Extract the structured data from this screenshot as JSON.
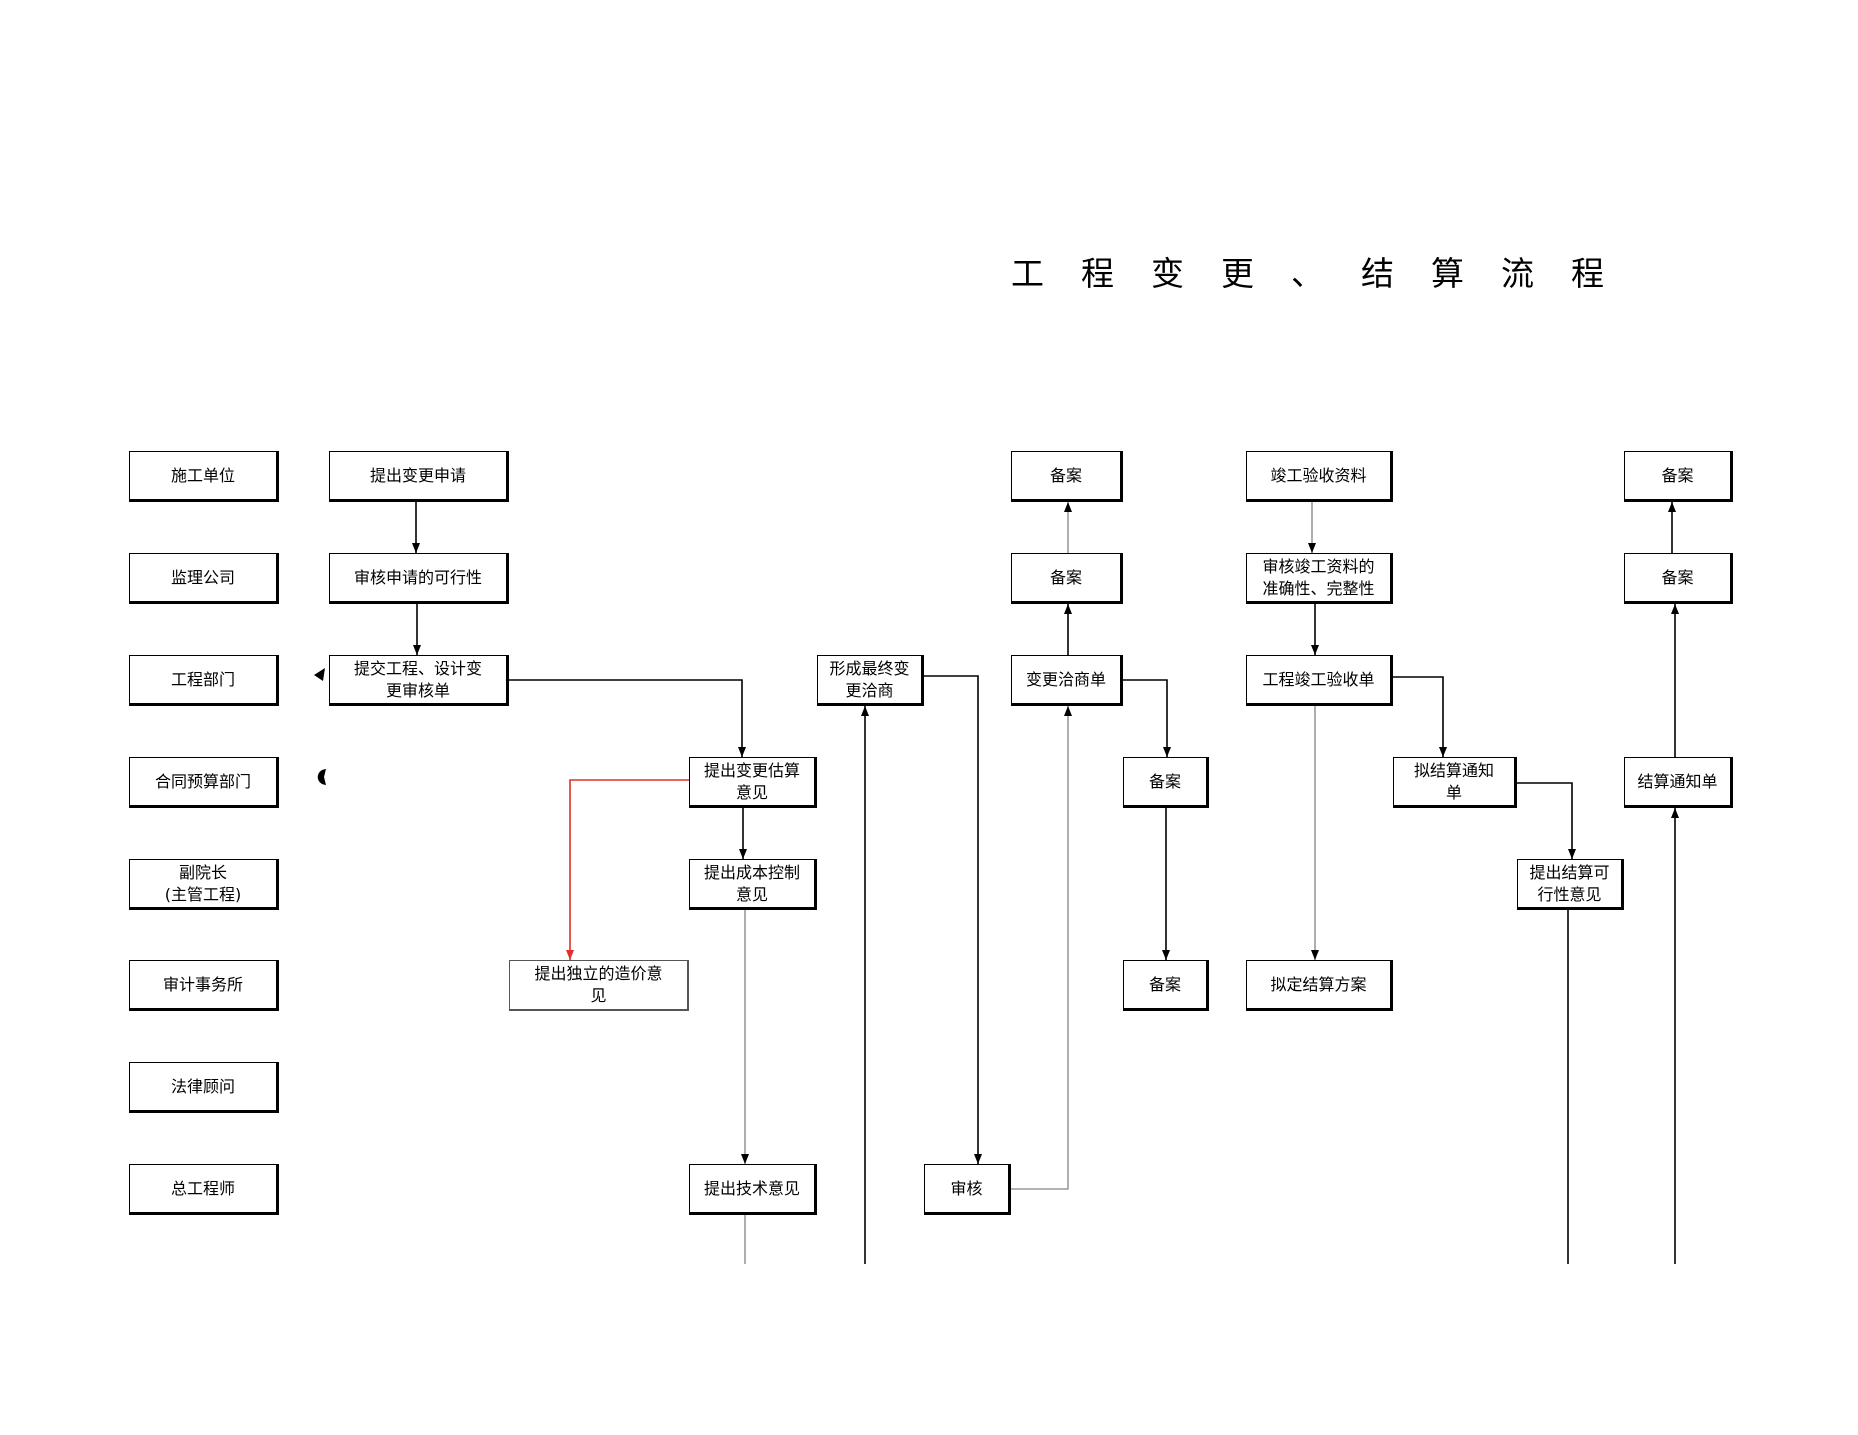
{
  "title": "工程变更、结算流程",
  "lanes": [
    {
      "label": "施工单位"
    },
    {
      "label": "监理公司"
    },
    {
      "label": "工程部门"
    },
    {
      "label": "合同预算部门"
    },
    {
      "label": "副院长\n(主管工程)"
    },
    {
      "label": "审计事务所"
    },
    {
      "label": "法律顾问"
    },
    {
      "label": "总工程师"
    }
  ],
  "change_flow": {
    "submit_request": "提出变更申请",
    "review_feasibility": "审核申请的可行性",
    "submit_review_form": "提交工程、设计变\n更审核单",
    "estimate_opinion": "提出变更估算\n意见",
    "cost_control_opinion": "提出成本控制\n意见",
    "independent_cost_opinion": "提出独立的造价意\n见",
    "technical_opinion": "提出技术意见",
    "final_change_order": "形成最终变\n更洽商",
    "chief_engineer_review": "审核",
    "change_order_form": "变更洽商单",
    "filing_construction_unit": "备案",
    "filing_supervision": "备案",
    "filing_budget_dept": "备案",
    "filing_audit": "备案"
  },
  "settlement_flow": {
    "completion_docs": "竣工验收资料",
    "review_completion_docs": "审核竣工资料的\n准确性、完整性",
    "acceptance_form": "工程竣工验收单",
    "settlement_plan": "拟定结算方案",
    "draft_notice": "拟结算通知\n单",
    "feasibility_opinion": "提出结算可\n行性意见",
    "settlement_notice": "结算通知单",
    "filing_construction_unit": "备案",
    "filing_supervision": "备案"
  },
  "colors": {
    "connector": "#000000",
    "connector_muted": "#9a9a9a",
    "highlight_connector": "#e0302a",
    "box_border": "#000000"
  }
}
